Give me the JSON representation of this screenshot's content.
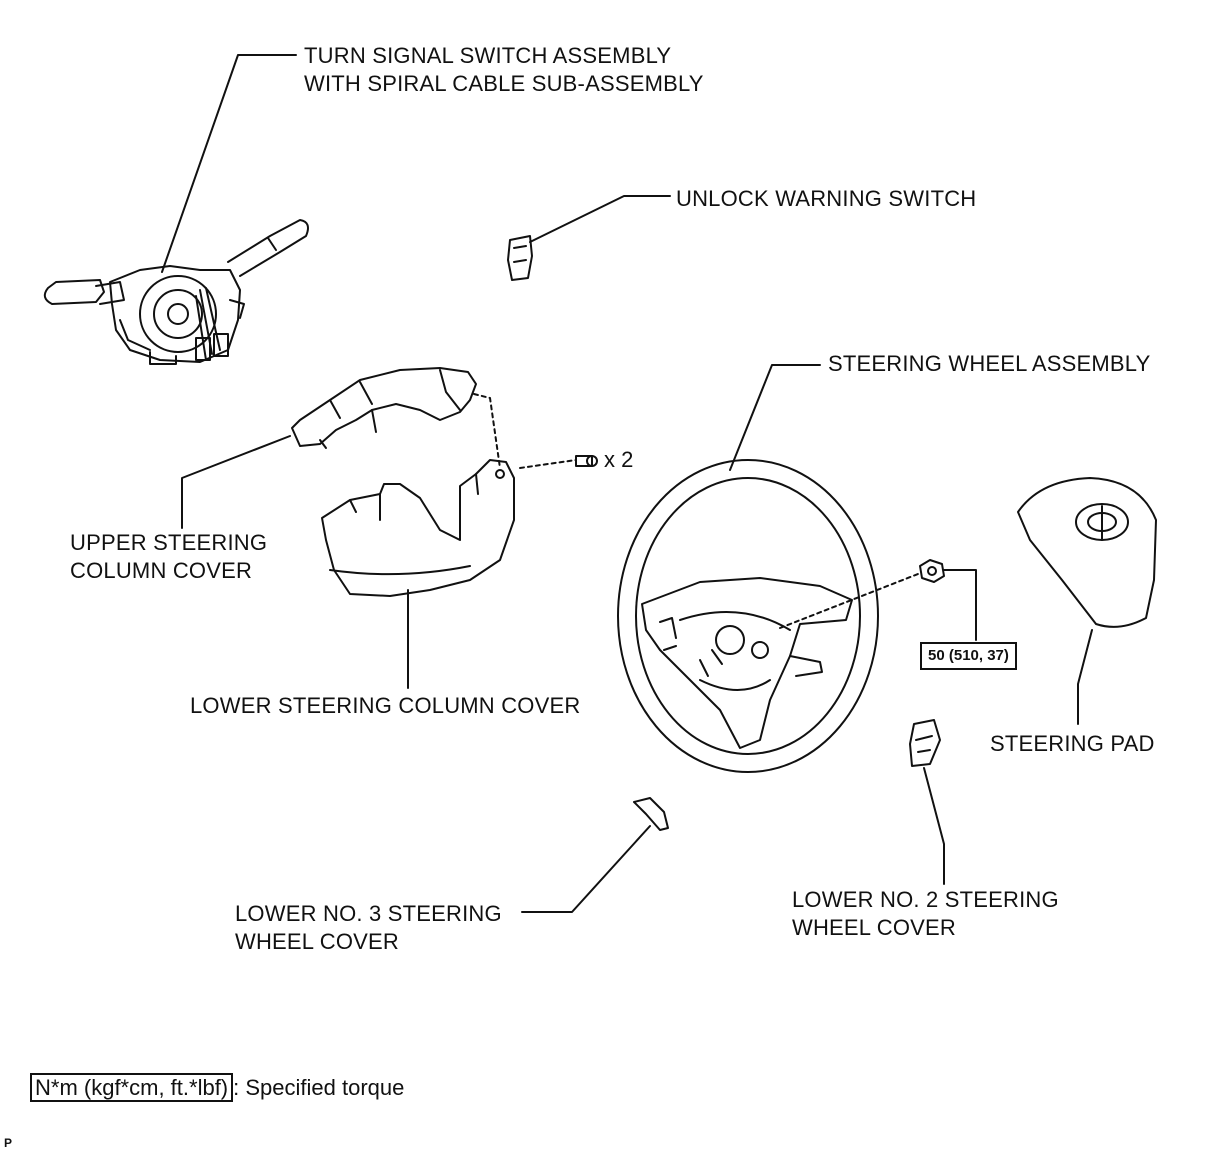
{
  "parts": {
    "turn_signal": [
      "TURN SIGNAL SWITCH ASSEMBLY",
      "WITH SPIRAL CABLE SUB-ASSEMBLY"
    ],
    "unlock_warning": "UNLOCK WARNING SWITCH",
    "steering_wheel": "STEERING WHEEL ASSEMBLY",
    "upper_cover": [
      "UPPER STEERING",
      "COLUMN COVER"
    ],
    "lower_cover": "LOWER STEERING COLUMN COVER",
    "steering_pad": "STEERING PAD",
    "lower_no3": [
      "LOWER NO. 3 STEERING",
      "WHEEL COVER"
    ],
    "lower_no2": [
      "LOWER NO. 2 STEERING",
      "WHEEL COVER"
    ]
  },
  "screw_qty": "x 2",
  "torque_value": "50 (510, 37)",
  "legend": {
    "unit_box": "N*m (kgf*cm, ft.*lbf)",
    "description": ": Specified torque"
  },
  "footer_mark": "P"
}
